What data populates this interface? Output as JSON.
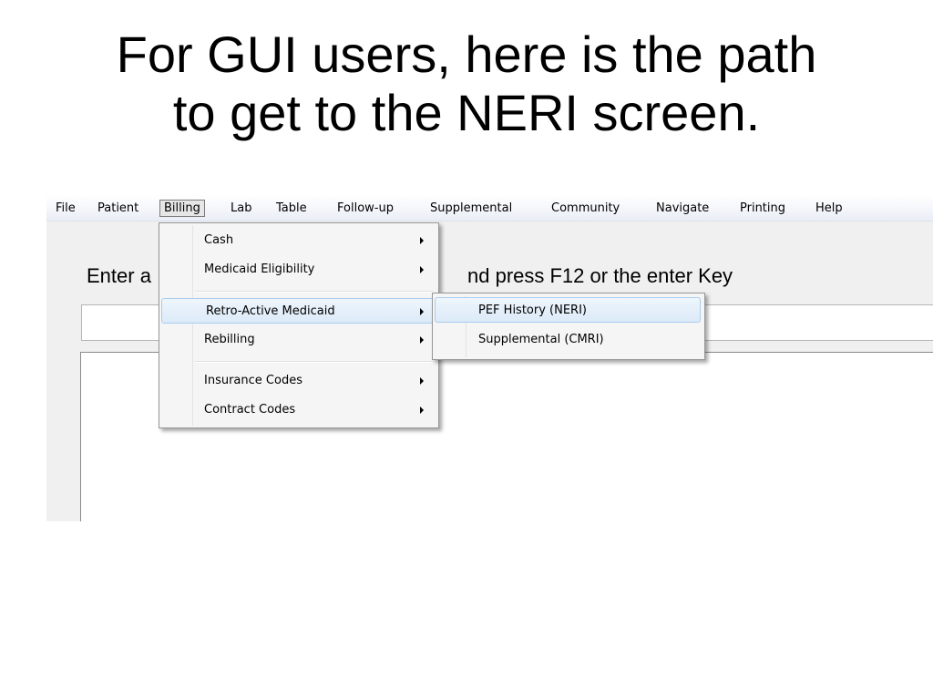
{
  "slide": {
    "title_line1": "For GUI users, here is the path",
    "title_line2": "to get to the NERI screen."
  },
  "menubar": {
    "items": [
      "File",
      "Patient",
      "Billing",
      "Lab",
      "Table",
      "Follow-up",
      "Supplemental",
      "Community",
      "Navigate",
      "Printing",
      "Help"
    ],
    "open_item": "Billing"
  },
  "main": {
    "prompt_left": "Enter a",
    "prompt_right": "nd press F12 or the enter Key"
  },
  "billing_menu": {
    "items": [
      "Cash",
      "Medicaid Eligibility",
      "Retro-Active Medicaid",
      "Rebilling",
      "Insurance Codes",
      "Contract Codes"
    ],
    "highlighted": "Retro-Active Medicaid"
  },
  "retro_submenu": {
    "items": [
      "PEF History (NERI)",
      "Supplemental (CMRI)"
    ],
    "highlighted": "PEF History (NERI)"
  },
  "colors": {
    "menu_highlight_border": "#a8cdee",
    "menu_background": "#f5f5f5"
  }
}
